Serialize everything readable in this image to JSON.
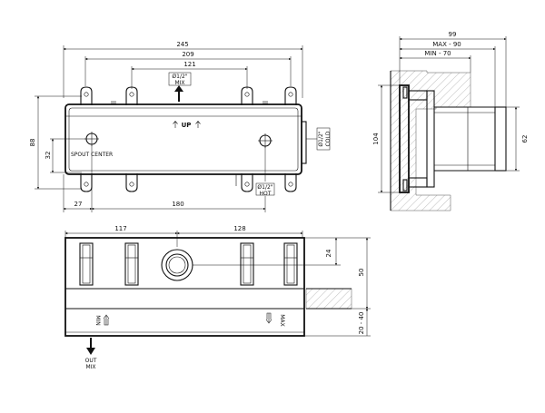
{
  "top_view": {
    "dims": {
      "overall_width": "245",
      "inner_width": "209",
      "mix_spacing": "121",
      "height": "88",
      "spout_center": "32",
      "left_offset": "27",
      "hot_offset": "180"
    },
    "labels": {
      "mix_size": "Ø1/2\"",
      "mix": "MIX",
      "up": "UP",
      "spout_center": "SPOUT CENTER",
      "cold_size": "Ø1/2\"",
      "cold": "COLD",
      "hot_size": "Ø1/2\"",
      "hot": "HOT"
    }
  },
  "side_view": {
    "dims": {
      "total": "99",
      "max": "MAX - 90",
      "min": "MIN - 70",
      "height": "104",
      "outlet": "62"
    }
  },
  "front_view": {
    "dims": {
      "left": "117",
      "right": "128",
      "outlet_offset": "24",
      "depth": "50",
      "wall_range": "20 - 40"
    },
    "labels": {
      "min": "MIN",
      "max": "MAX",
      "out": "OUT",
      "mix": "MIX"
    }
  }
}
